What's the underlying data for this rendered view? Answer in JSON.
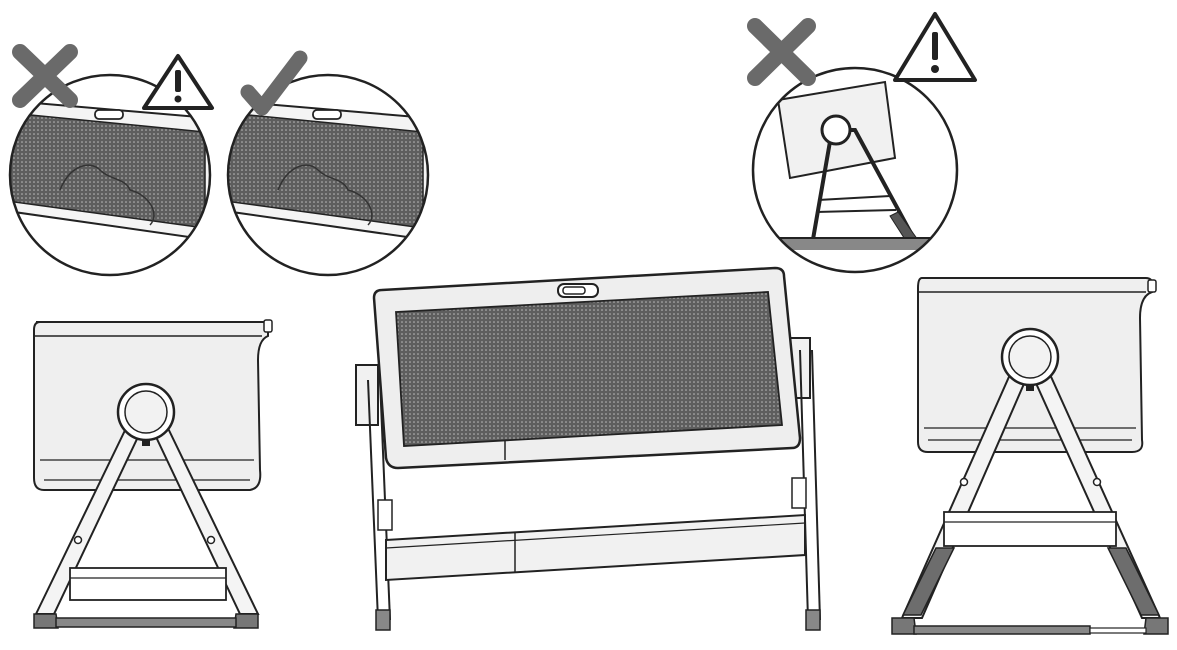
{
  "diagram": {
    "panels": [
      {
        "id": "detail-circle-1",
        "verdict": "incorrect",
        "icons": [
          "cross-icon",
          "warning-triangle-icon"
        ]
      },
      {
        "id": "detail-circle-2",
        "verdict": "correct",
        "icons": [
          "checkmark-icon"
        ]
      },
      {
        "id": "detail-circle-3",
        "verdict": "incorrect",
        "icons": [
          "cross-icon",
          "warning-triangle-icon"
        ]
      }
    ],
    "views": [
      "side-view-left",
      "front-view-center",
      "side-view-right"
    ]
  },
  "colors": {
    "line": "#222222",
    "panel_fill": "#efefef",
    "mesh": "#6b6b6b",
    "mark_gray": "#6a6a6a",
    "foot": "#7a7a7a"
  }
}
